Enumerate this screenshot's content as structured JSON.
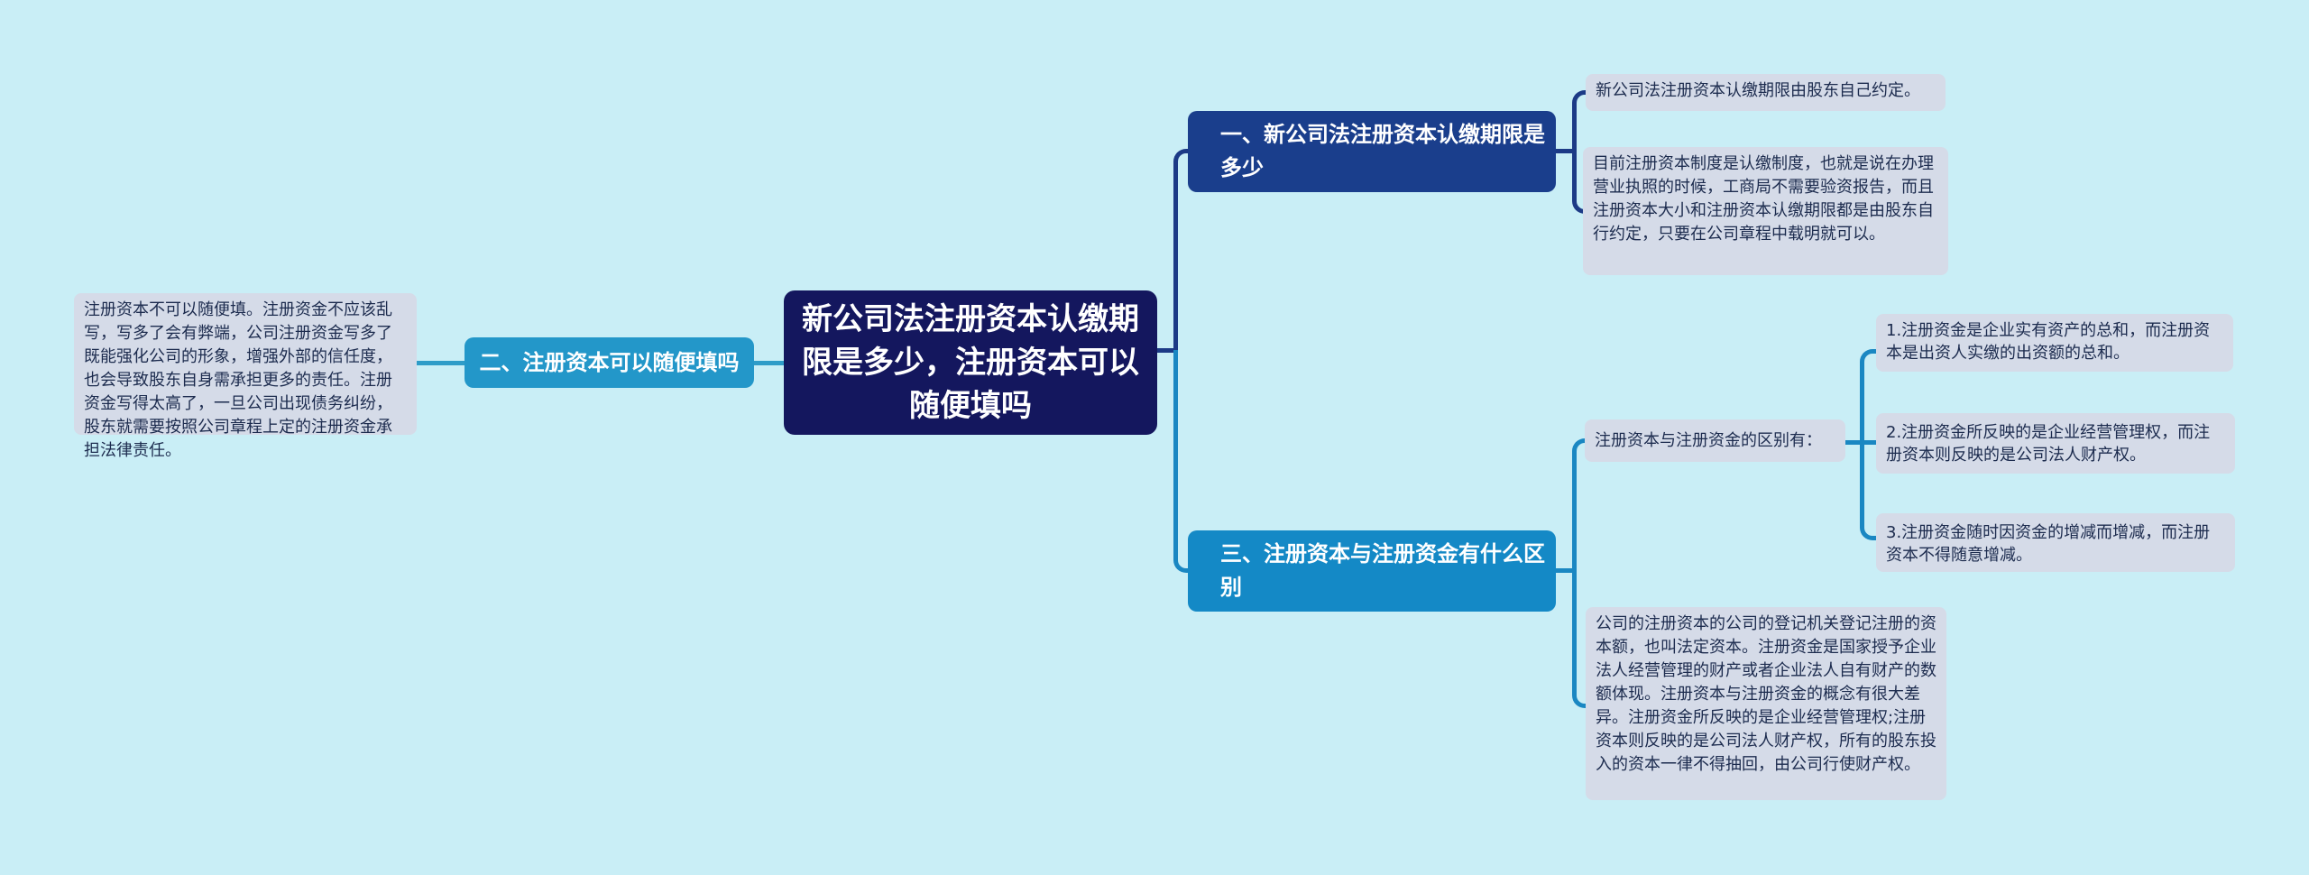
{
  "central_topic": "新公司法注册资本认缴期限是多少，注册资本可以随便填吗",
  "colors": {
    "background": "#c9eef6",
    "central_node": "#14175e",
    "branch_one_node": "#1a3e8c",
    "branch_two_node": "#2397c9",
    "branch_three_node": "#1489c6",
    "note_card_bg": "#d5dbe8",
    "note_card_text": "#1c2b4e",
    "connector_navy": "#1c3a86",
    "connector_teal": "#1a87c2",
    "node_text": "#ffffff"
  },
  "branch_one": {
    "label": "一、新公司法注册资本认缴期限是多少",
    "leaf_short": "新公司法注册资本认缴期限由股东自己约定。",
    "leaf_long": "目前注册资本制度是认缴制度，也就是说在办理营业执照的时候，工商局不需要验资报告，而且注册资本大小和注册资本认缴期限都是由股东自行约定，只要在公司章程中载明就可以。"
  },
  "branch_two": {
    "label": "二、注册资本可以随便填吗",
    "leaf": "注册资本不可以随便填。注册资金不应该乱写，写多了会有弊端，公司注册资金写多了既能强化公司的形象，增强外部的信任度，也会导致股东自身需承担更多的责任。注册资金写得太高了，一旦公司出现债务纠纷，股东就需要按照公司章程上定的注册资金承担法律责任。"
  },
  "branch_three": {
    "label": "三、注册资本与注册资金有什么区别",
    "diff_label": "注册资本与注册资金的区别有：",
    "diff_items": [
      "1.注册资金是企业实有资产的总和，而注册资本是出资人实缴的出资额的总和。",
      "2.注册资金所反映的是企业经营管理权，而注册资本则反映的是公司法人财产权。",
      "3.注册资金随时因资金的增减而增减，而注册资本不得随意增减。"
    ],
    "leaf_long": "公司的注册资本的公司的登记机关登记注册的资本额，也叫法定资本。注册资金是国家授予企业法人经营管理的财产或者企业法人自有财产的数额体现。注册资本与注册资金的概念有很大差异。注册资金所反映的是企业经营管理权;注册资本则反映的是公司法人财产权，所有的股东投入的资本一律不得抽回，由公司行使财产权。"
  }
}
